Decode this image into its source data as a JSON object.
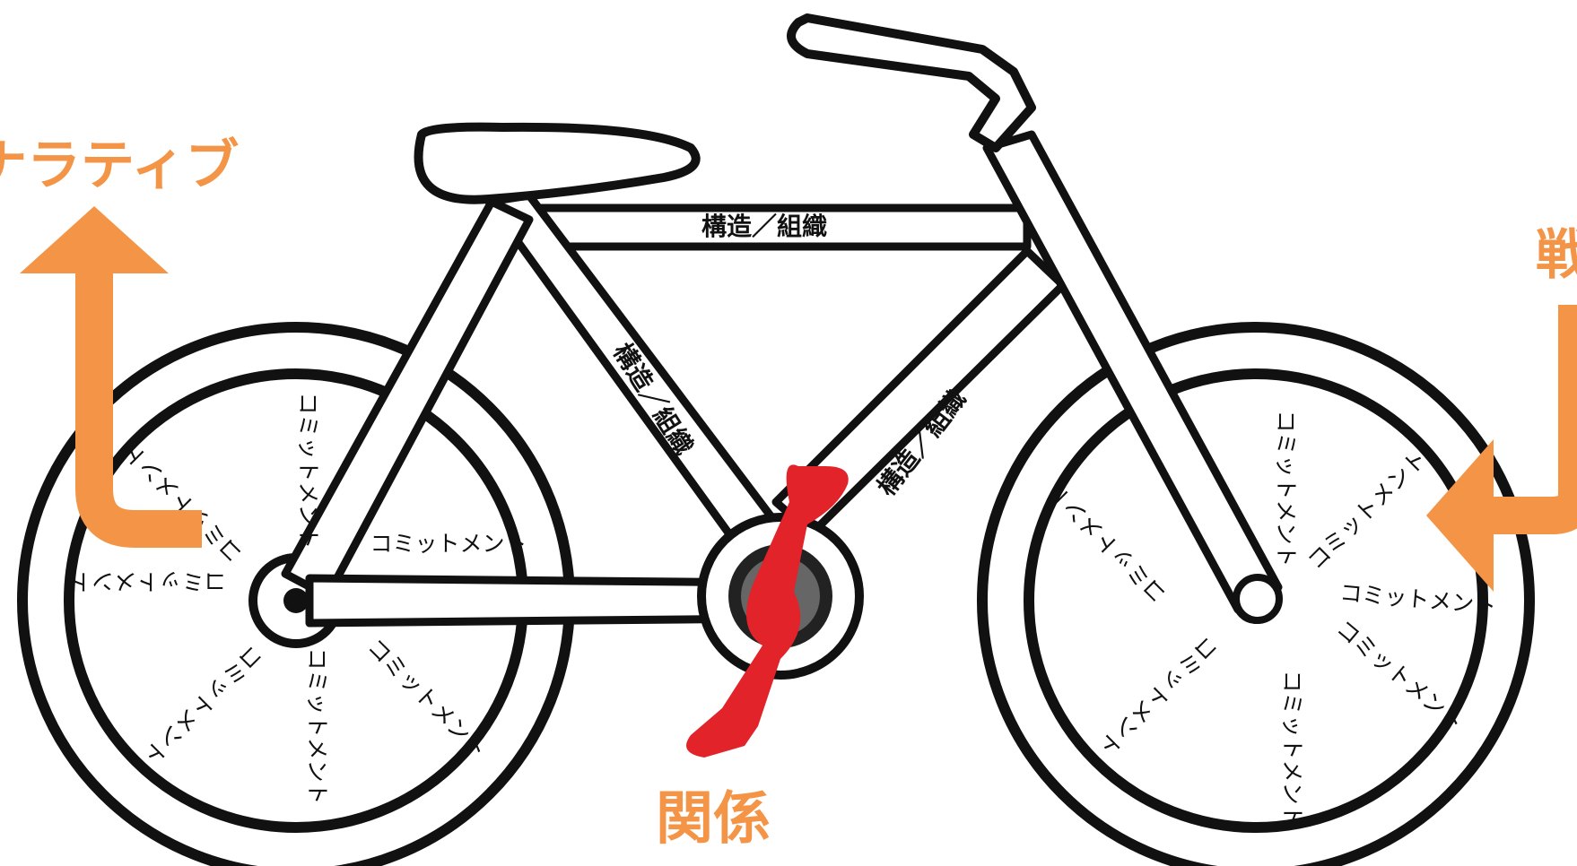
{
  "labels": {
    "narrative": "ナラティブ",
    "strategy": "戦",
    "relation": "関係"
  },
  "frame": {
    "top_tube": "構造／組織",
    "seat_tube": "構造／組織",
    "down_tube": "構造／組織"
  },
  "spokes": {
    "rear": [
      "コミットメント",
      "コミットメント",
      "コミットメント",
      "コミットメント",
      "コミットメント",
      "コミットメント",
      "コミットメント"
    ],
    "front": [
      "コミットメント",
      "コミットメント",
      "コミットメント",
      "コミットメント",
      "コミットメント",
      "コミットメント",
      "コミットメント"
    ]
  },
  "colors": {
    "accent_orange": "#F39447",
    "pedal_red": "#E2232A",
    "outline": "#111111"
  }
}
